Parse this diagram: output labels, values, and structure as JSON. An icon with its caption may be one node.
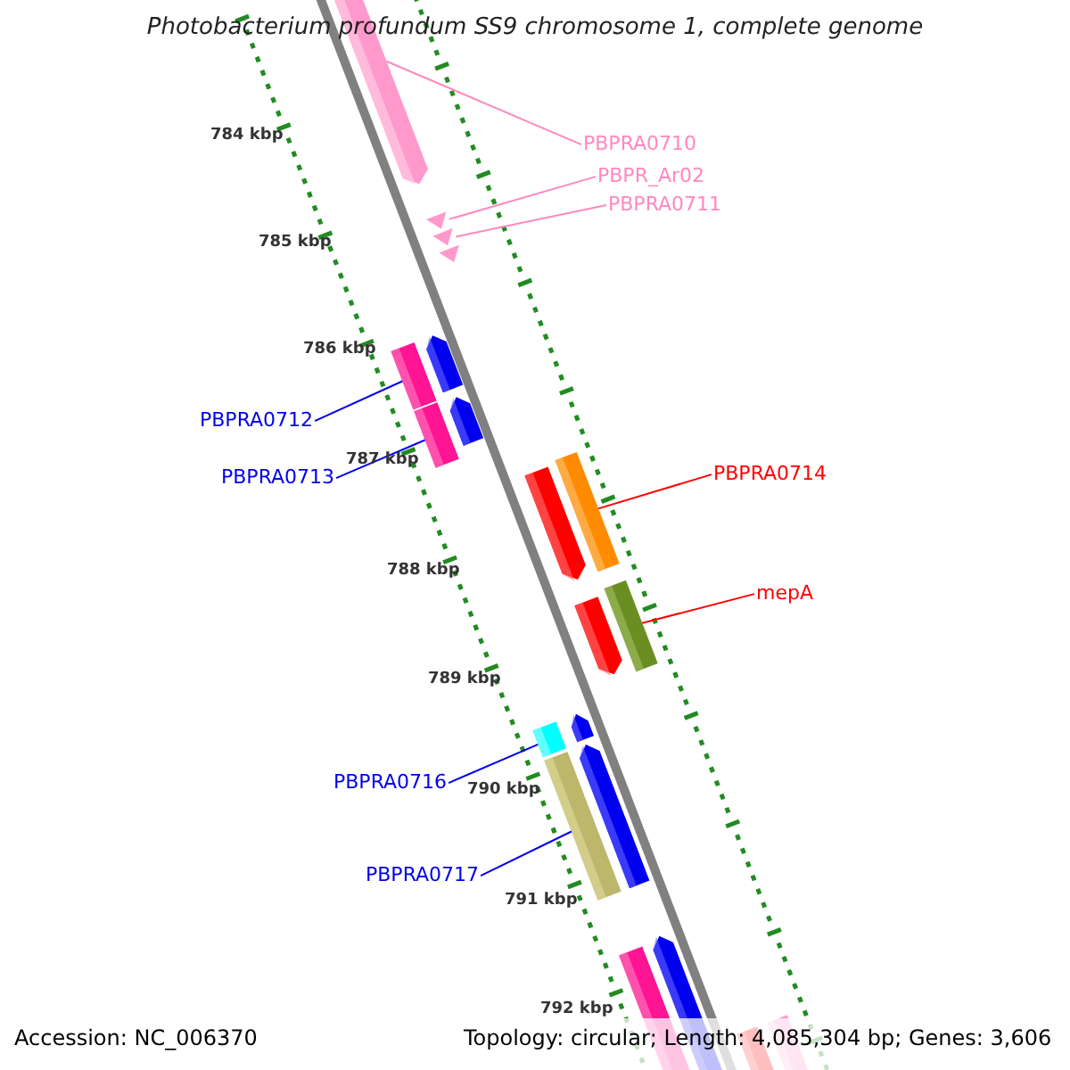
{
  "diagram": {
    "title": "Photobacterium profundum SS9 chromosome 1, complete genome",
    "nodes": [
      {
        "text": [
          "PBPRA0710"
        ]
      },
      {
        "text": [
          "PBPR_Ar02"
        ]
      },
      {
        "text": [
          "PBPRA0711"
        ]
      },
      {
        "text": [
          "PBPRA0712"
        ]
      },
      {
        "text": [
          "PBPRA0713"
        ]
      },
      {
        "text": [
          "PBPRA0714"
        ]
      },
      {
        "text": [
          "mepA"
        ]
      },
      {
        "text": [
          "PBPRA0716"
        ]
      },
      {
        "text": [
          "PBPRA0717"
        ]
      },
      {
        "text": [],
        "shape": "bar"
      },
      {
        "text": [],
        "shape": "triangle"
      },
      {
        "text": [],
        "shape": "triangle"
      },
      {
        "text": [],
        "shape": "bar"
      },
      {
        "text": [],
        "shape": "bar"
      },
      {
        "text": [],
        "shape": "bar"
      },
      {
        "text": [],
        "shape": "bar"
      },
      {
        "text": [],
        "shape": "bar"
      },
      {
        "text": [],
        "shape": "bar"
      }
    ],
    "edges": [
      {
        "from": 0,
        "to": 9,
        "arrow": "none",
        "color": "#ff88c0"
      },
      {
        "from": 1,
        "to": 10,
        "arrow": "none",
        "color": "#ff88c0"
      },
      {
        "from": 2,
        "to": 11,
        "arrow": "none",
        "color": "#ff88c0"
      },
      {
        "from": 3,
        "to": 12,
        "arrow": "none"
      },
      {
        "from": 4,
        "to": 13,
        "arrow": "none"
      },
      {
        "from": 5,
        "to": 14,
        "arrow": "none",
        "color": "#ff0000"
      },
      {
        "from": 6,
        "to": 15,
        "arrow": "none",
        "color": "#ff0000"
      },
      {
        "from": 7,
        "to": 16,
        "arrow": "none"
      },
      {
        "from": 8,
        "to": 17,
        "arrow": "none"
      }
    ],
    "labels": [
      "784 kbp",
      "785 kbp",
      "786 kbp",
      "787 kbp",
      "788 kbp",
      "789 kbp",
      "790 kbp",
      "791 kbp",
      "792 kbp",
      "Accession: NC_006370",
      "Topology: circular; Length: 4,085,304 bp; Genes: 3,606"
    ]
  }
}
